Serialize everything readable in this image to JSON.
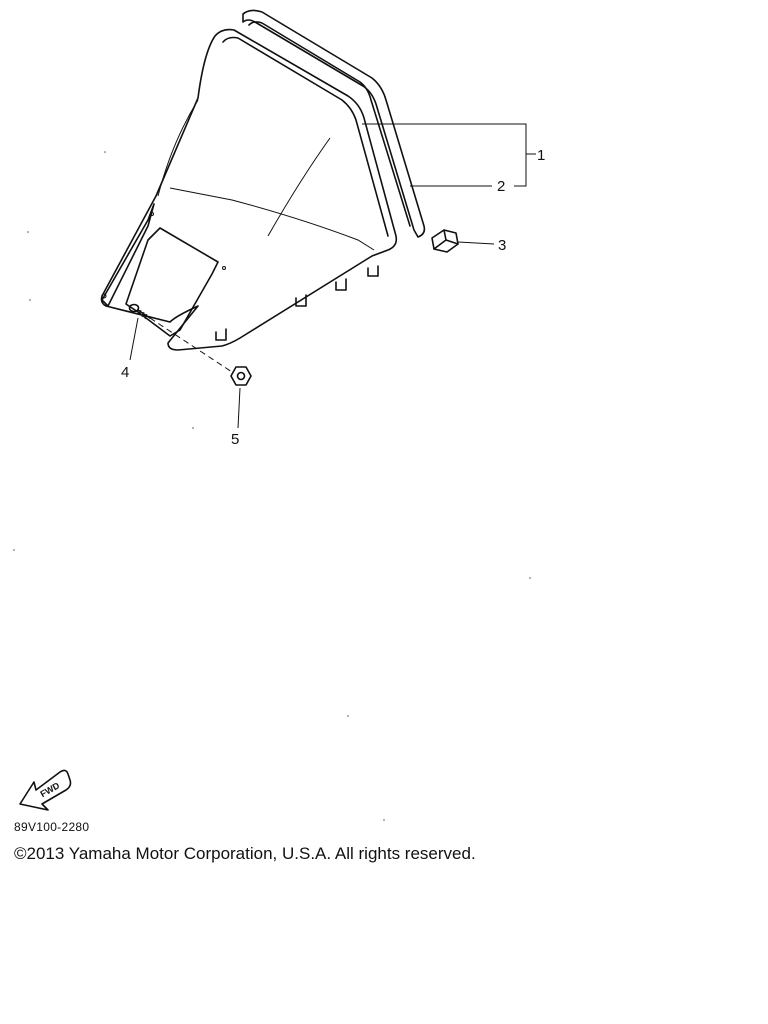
{
  "diagram": {
    "callouts": [
      "1",
      "2",
      "3",
      "4",
      "5"
    ],
    "fwd_label": "FWD"
  },
  "footer": {
    "part_code": "89V100-2280",
    "copyright": "©2013 Yamaha Motor Corporation, U.S.A. All rights reserved."
  }
}
